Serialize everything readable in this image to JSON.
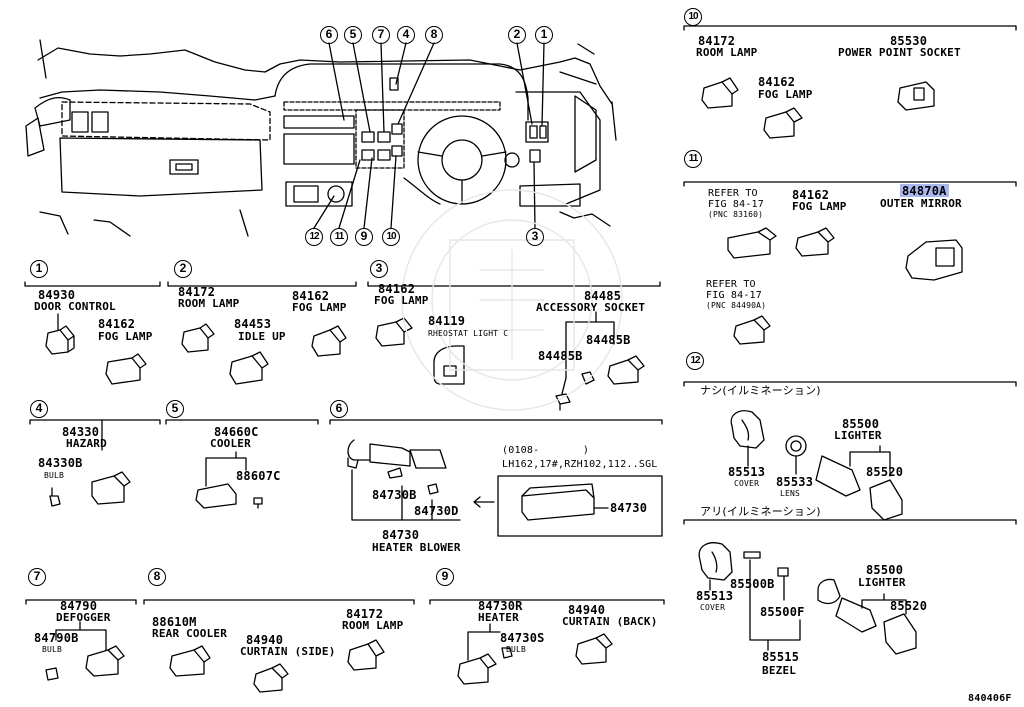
{
  "figure_code": "840406F",
  "dash_callouts": {
    "top": [
      "6",
      "5",
      "7",
      "4",
      "8",
      "2",
      "1"
    ],
    "bottom": [
      "12",
      "11",
      "9",
      "10",
      "3"
    ]
  },
  "groups": [
    {
      "id": "1",
      "parts": [
        {
          "pn": "84930",
          "name": "DOOR CONTROL"
        },
        {
          "pn": "84162",
          "name": "FOG LAMP"
        }
      ]
    },
    {
      "id": "2",
      "parts": [
        {
          "pn": "84172",
          "name": "ROOM LAMP"
        },
        {
          "pn": "84453",
          "name": "IDLE UP"
        },
        {
          "pn": "84162",
          "name": "FOG LAMP"
        }
      ]
    },
    {
      "id": "3",
      "parts": [
        {
          "pn": "84162",
          "name": "FOG LAMP"
        },
        {
          "pn": "84119",
          "name": "RHEOSTAT LIGHT C"
        },
        {
          "pn": "84485",
          "name": "ACCESSORY SOCKET"
        },
        {
          "pn": "84485B"
        },
        {
          "pn": "84485B"
        }
      ]
    },
    {
      "id": "4",
      "parts": [
        {
          "pn": "84330",
          "name": "HAZARD"
        },
        {
          "pn": "84330B",
          "name": "BULB"
        }
      ]
    },
    {
      "id": "5",
      "parts": [
        {
          "pn": "84660C",
          "name": "COOLER"
        },
        {
          "pn": "88607C"
        }
      ]
    },
    {
      "id": "6",
      "parts": [
        {
          "pn": "84730B"
        },
        {
          "pn": "84730D"
        },
        {
          "pn": "84730",
          "name": "HEATER BLOWER"
        },
        {
          "pn": "84730"
        }
      ],
      "note": [
        "(0108-       )",
        "LH162,17#,RZH102,112..SGL"
      ]
    },
    {
      "id": "7",
      "parts": [
        {
          "pn": "84790",
          "name": "DEFOGGER"
        },
        {
          "pn": "84790B",
          "name": "BULB"
        }
      ]
    },
    {
      "id": "8",
      "parts": [
        {
          "pn": "88610M",
          "name": "REAR COOLER"
        },
        {
          "pn": "84940",
          "name": "CURTAIN (SIDE)"
        },
        {
          "pn": "84172",
          "name": "ROOM LAMP"
        }
      ]
    },
    {
      "id": "9",
      "parts": [
        {
          "pn": "84730R",
          "name": "HEATER"
        },
        {
          "pn": "84730S",
          "name": "BULB"
        },
        {
          "pn": "84940",
          "name": "CURTAIN (BACK)"
        }
      ]
    },
    {
      "id": "10",
      "parts": [
        {
          "pn": "84172",
          "name": "ROOM LAMP"
        },
        {
          "pn": "85530",
          "name": "POWER POINT SOCKET"
        },
        {
          "pn": "84162",
          "name": "FOG LAMP"
        }
      ]
    },
    {
      "id": "11",
      "parts": [
        {
          "pn": "REFER TO",
          "name": "FIG 84-17",
          "sub": "(PNC 83160)"
        },
        {
          "pn": "84162",
          "name": "FOG LAMP"
        },
        {
          "pn": "84870A",
          "name": "OUTER MIRROR"
        },
        {
          "pn": "REFER TO",
          "name": "FIG 84-17",
          "sub": "(PNC 84490A)"
        }
      ]
    },
    {
      "id": "12",
      "subs": [
        {
          "title": "ナシ(イルミネーション)",
          "parts": [
            {
              "pn": "85500",
              "name": "LIGHTER"
            },
            {
              "pn": "85513",
              "name": "COVER"
            },
            {
              "pn": "85533",
              "name": "LENS"
            },
            {
              "pn": "85520"
            }
          ]
        },
        {
          "title": "アリ(イルミネーション)",
          "parts": [
            {
              "pn": "85500",
              "name": "LIGHTER"
            },
            {
              "pn": "85513",
              "name": "COVER"
            },
            {
              "pn": "85500B"
            },
            {
              "pn": "85500F"
            },
            {
              "pn": "85520"
            },
            {
              "pn": "85515",
              "name": "BEZEL"
            }
          ]
        }
      ]
    }
  ],
  "highlight_color": "#aab6ee"
}
